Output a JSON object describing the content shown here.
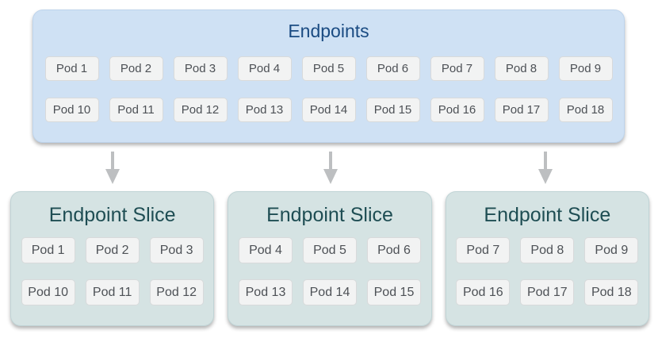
{
  "diagram": {
    "endpoints": {
      "title": "Endpoints",
      "rows": [
        [
          "Pod 1",
          "Pod 2",
          "Pod 3",
          "Pod 4",
          "Pod 5",
          "Pod 6",
          "Pod 7",
          "Pod 8",
          "Pod 9"
        ],
        [
          "Pod 10",
          "Pod 11",
          "Pod 12",
          "Pod 13",
          "Pod 14",
          "Pod 15",
          "Pod 16",
          "Pod 17",
          "Pod 18"
        ]
      ]
    },
    "slices": [
      {
        "title": "Endpoint Slice",
        "rows": [
          [
            "Pod 1",
            "Pod 2",
            "Pod 3"
          ],
          [
            "Pod 10",
            "Pod 11",
            "Pod 12"
          ]
        ]
      },
      {
        "title": "Endpoint Slice",
        "rows": [
          [
            "Pod 4",
            "Pod 5",
            "Pod 6"
          ],
          [
            "Pod 13",
            "Pod 14",
            "Pod 15"
          ]
        ]
      },
      {
        "title": "Endpoint Slice",
        "rows": [
          [
            "Pod 7",
            "Pod 8",
            "Pod 9"
          ],
          [
            "Pod 16",
            "Pod 17",
            "Pod 18"
          ]
        ]
      }
    ],
    "colors": {
      "page_bg": "#ffffff",
      "endpoints_bg": "#cfe1f4",
      "endpoints_title": "#1a4b82",
      "slice_bg": "#d5e3e3",
      "slice_title": "#1e4d53",
      "pod_bg": "#f2f3f3",
      "pod_border": "#d8dadb",
      "pod_text": "#4d5156",
      "arrow": "#bdbfc1"
    }
  }
}
